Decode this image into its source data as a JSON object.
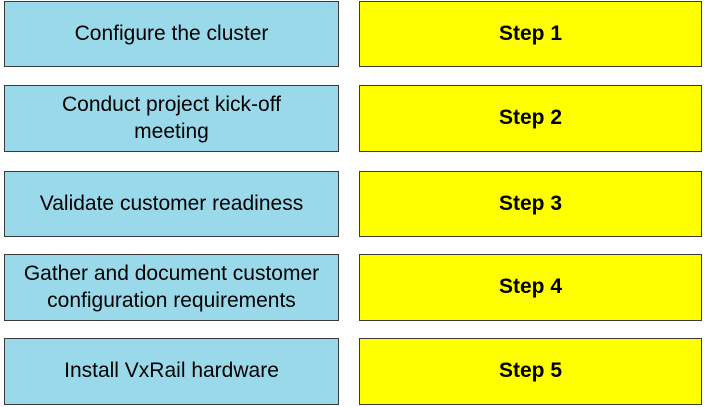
{
  "actions": [
    {
      "label": "Configure the cluster"
    },
    {
      "label": "Conduct project kick-off meeting"
    },
    {
      "label": "Validate customer readiness"
    },
    {
      "label": "Gather and document customer configuration requirements"
    },
    {
      "label": "Install VxRail hardware"
    }
  ],
  "steps": [
    {
      "label": "Step 1"
    },
    {
      "label": "Step 2"
    },
    {
      "label": "Step 3"
    },
    {
      "label": "Step 4"
    },
    {
      "label": "Step 5"
    }
  ],
  "colors": {
    "action_box": "#99d9ea",
    "step_box": "#ffff00",
    "border": "#3a3a3a"
  }
}
